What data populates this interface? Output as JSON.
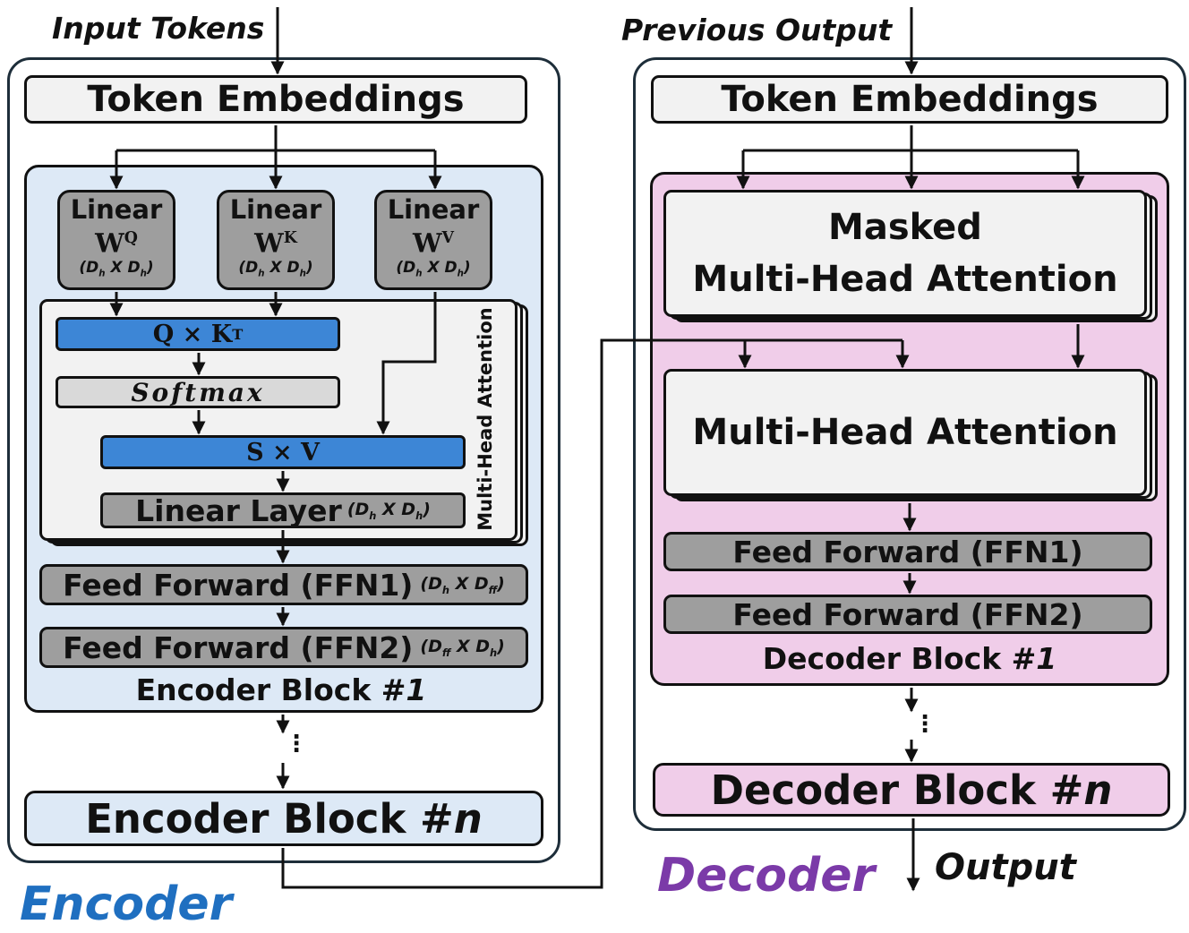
{
  "encoder": {
    "input_label": "Input Tokens",
    "token_embeddings": "Token Embeddings",
    "linear_label": "Linear",
    "wq": {
      "base": "W",
      "sup": "Q"
    },
    "wk": {
      "base": "W",
      "sup": "K"
    },
    "wv": {
      "base": "W",
      "sup": "V"
    },
    "dim_dd": {
      "d1": "D",
      "s1": "h",
      "x": "X",
      "d2": "D",
      "s2": "h"
    },
    "qk": {
      "base": "Q × K",
      "sup": "T"
    },
    "softmax": "Softmax",
    "sv": "S × V",
    "linear_layer": "Linear Layer",
    "linear_layer_dim": {
      "d1": "D",
      "s1": "h",
      "x": "X",
      "d2": "D",
      "s2": "h"
    },
    "mha_vertical": "Multi-Head Attention",
    "ffn1": "Feed Forward (FFN1)",
    "ffn1_dim": {
      "d1": "D",
      "s1": "h",
      "x": "X",
      "d2": "D",
      "s2": "ff"
    },
    "ffn2": "Feed Forward (FFN2)",
    "ffn2_dim": {
      "d1": "D",
      "s1": "ff",
      "x": "X",
      "d2": "D",
      "s2": "h"
    },
    "block1": {
      "text": "Encoder Block #",
      "num": "1"
    },
    "dots": "⋮",
    "blockn": {
      "text": "Encoder Block #",
      "num": "n"
    },
    "title": "Encoder"
  },
  "decoder": {
    "input_label": "Previous Output",
    "token_embeddings": "Token Embeddings",
    "masked_line1": "Masked",
    "masked_line2": "Multi-Head Attention",
    "mha": "Multi-Head Attention",
    "ffn1": "Feed Forward (FFN1)",
    "ffn2": "Feed Forward (FFN2)",
    "block1": {
      "text": "Decoder Block #",
      "num": "1"
    },
    "dots": "⋮",
    "blockn": {
      "text": "Decoder Block #",
      "num": "n"
    },
    "title": "Decoder",
    "output_label": "Output"
  },
  "colors": {
    "encoder_title": "#1f6fc0",
    "decoder_title": "#7b3aa8",
    "encoder_block": "#dde9f6",
    "decoder_block": "#f0cde9",
    "qk_sv_bar": "#3d86d6",
    "gray_box": "#9e9e9e"
  }
}
